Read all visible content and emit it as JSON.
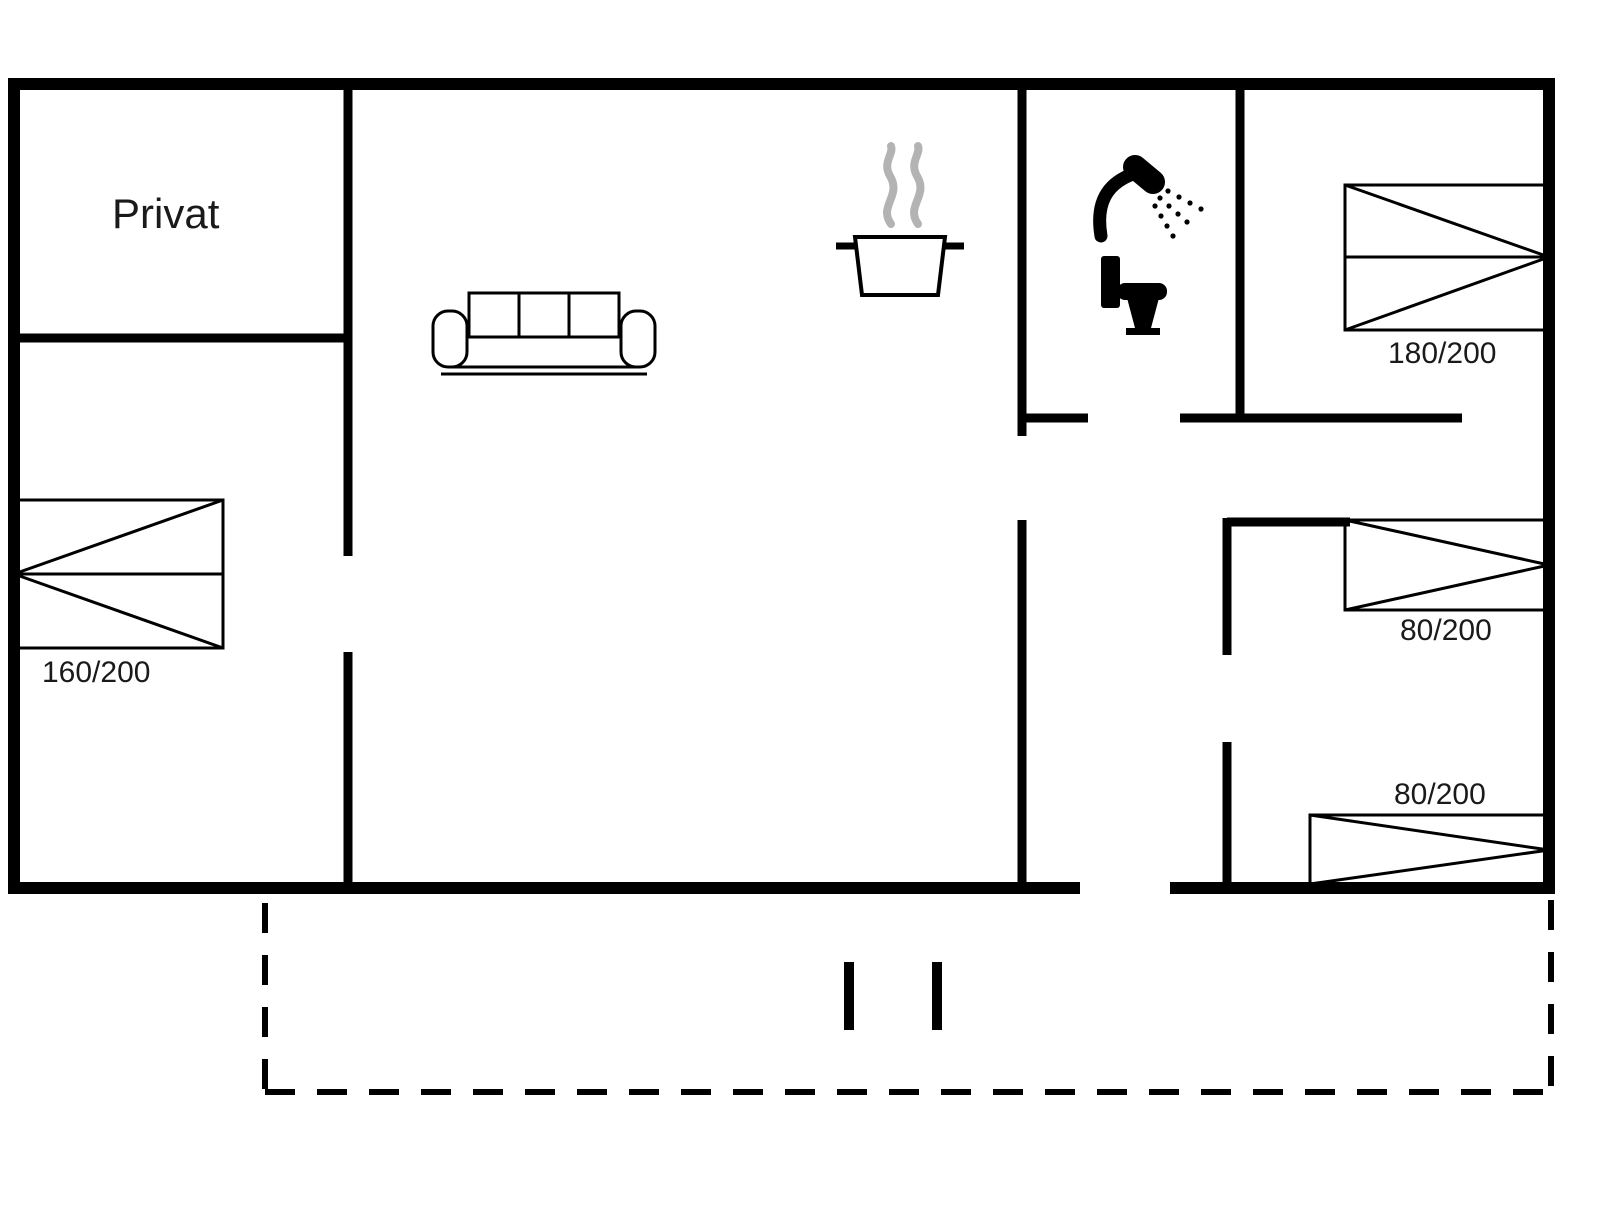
{
  "floor_plan": {
    "rooms": [
      {
        "id": "private-room",
        "label": "Privat"
      },
      {
        "id": "bedroom-left",
        "bed": {
          "type": "double",
          "size_label": "160/200"
        }
      },
      {
        "id": "living-room",
        "furniture": [
          "sofa"
        ]
      },
      {
        "id": "kitchen",
        "furniture": [
          "cooking-pot-with-steam"
        ]
      },
      {
        "id": "bathroom",
        "furniture": [
          "shower",
          "toilet"
        ]
      },
      {
        "id": "bedroom-top-right",
        "bed": {
          "type": "double",
          "size_label": "180/200"
        }
      },
      {
        "id": "bedroom-right",
        "beds": [
          {
            "type": "single",
            "size_label": "80/200"
          },
          {
            "type": "single",
            "size_label": "80/200"
          }
        ]
      }
    ],
    "terrace": {
      "style": "dashed-outline"
    }
  },
  "colors": {
    "walls": "#000000",
    "furniture_outline": "#000000",
    "steam": "#b3b3b3",
    "background": "#ffffff",
    "text": "#1a1a1a"
  }
}
